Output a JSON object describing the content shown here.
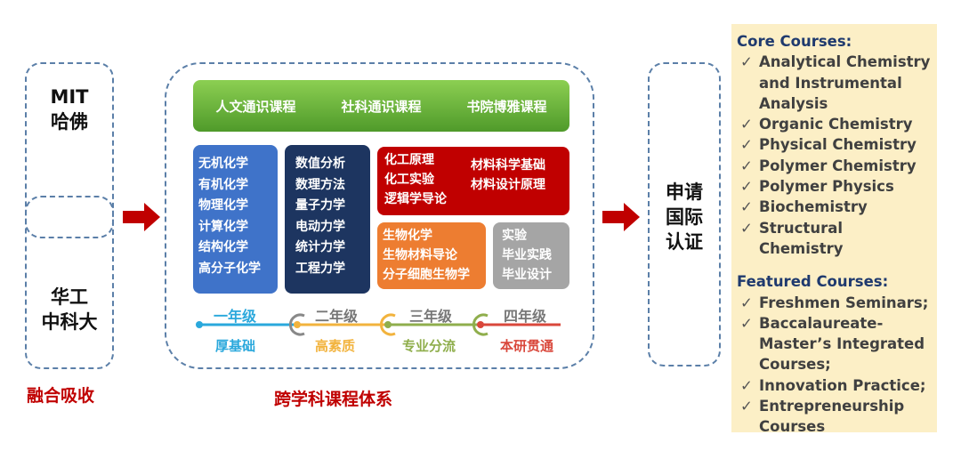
{
  "left": {
    "top": [
      "MIT",
      "哈佛"
    ],
    "bottom": [
      "华工",
      "中科大"
    ],
    "caption": "融合吸收"
  },
  "center": {
    "general": [
      "人文通识课程",
      "社科通识课程",
      "书院博雅课程"
    ],
    "chemistry": [
      "无机化学",
      "有机化学",
      "物理化学",
      "计算化学",
      "结构化学",
      "高分子化学"
    ],
    "physics": [
      "数值分析",
      "数理方法",
      "量子力学",
      "电动力学",
      "统计力学",
      "工程力学"
    ],
    "engineering_left": [
      "化工原理",
      "化工实验",
      "逻辑学导论"
    ],
    "engineering_right": [
      "材料科学基础",
      "材料设计原理"
    ],
    "biology": [
      "生物化学",
      "生物材料导论",
      "分子细胞生物学"
    ],
    "practice": [
      "实验",
      "毕业实践",
      "毕业设计"
    ],
    "years": [
      {
        "label": "一年级",
        "sub": "厚基础",
        "color": "#2aa8dc"
      },
      {
        "label": "二年级",
        "sub": "高素质",
        "color": "#f2b33d"
      },
      {
        "label": "三年级",
        "sub": "专业分流",
        "color": "#8fae4c"
      },
      {
        "label": "四年级",
        "sub": "本研贯通",
        "color": "#d9473b"
      }
    ],
    "caption": "跨学科课程体系"
  },
  "right": {
    "text": [
      "申请",
      "国际",
      "认证"
    ]
  },
  "panel": {
    "core_title": "Core Courses:",
    "core": [
      "Analytical Chemistry and Instrumental Analysis",
      "Organic Chemistry",
      "Physical Chemistry",
      "Polymer Chemistry",
      "Polymer Physics",
      "Biochemistry",
      "Structural Chemistry"
    ],
    "featured_title": "Featured Courses:",
    "featured": [
      "Freshmen Seminars;",
      "Baccalaureate-Master’s Integrated Courses;",
      "Innovation Practice;",
      "Entrepreneurship Courses"
    ]
  }
}
